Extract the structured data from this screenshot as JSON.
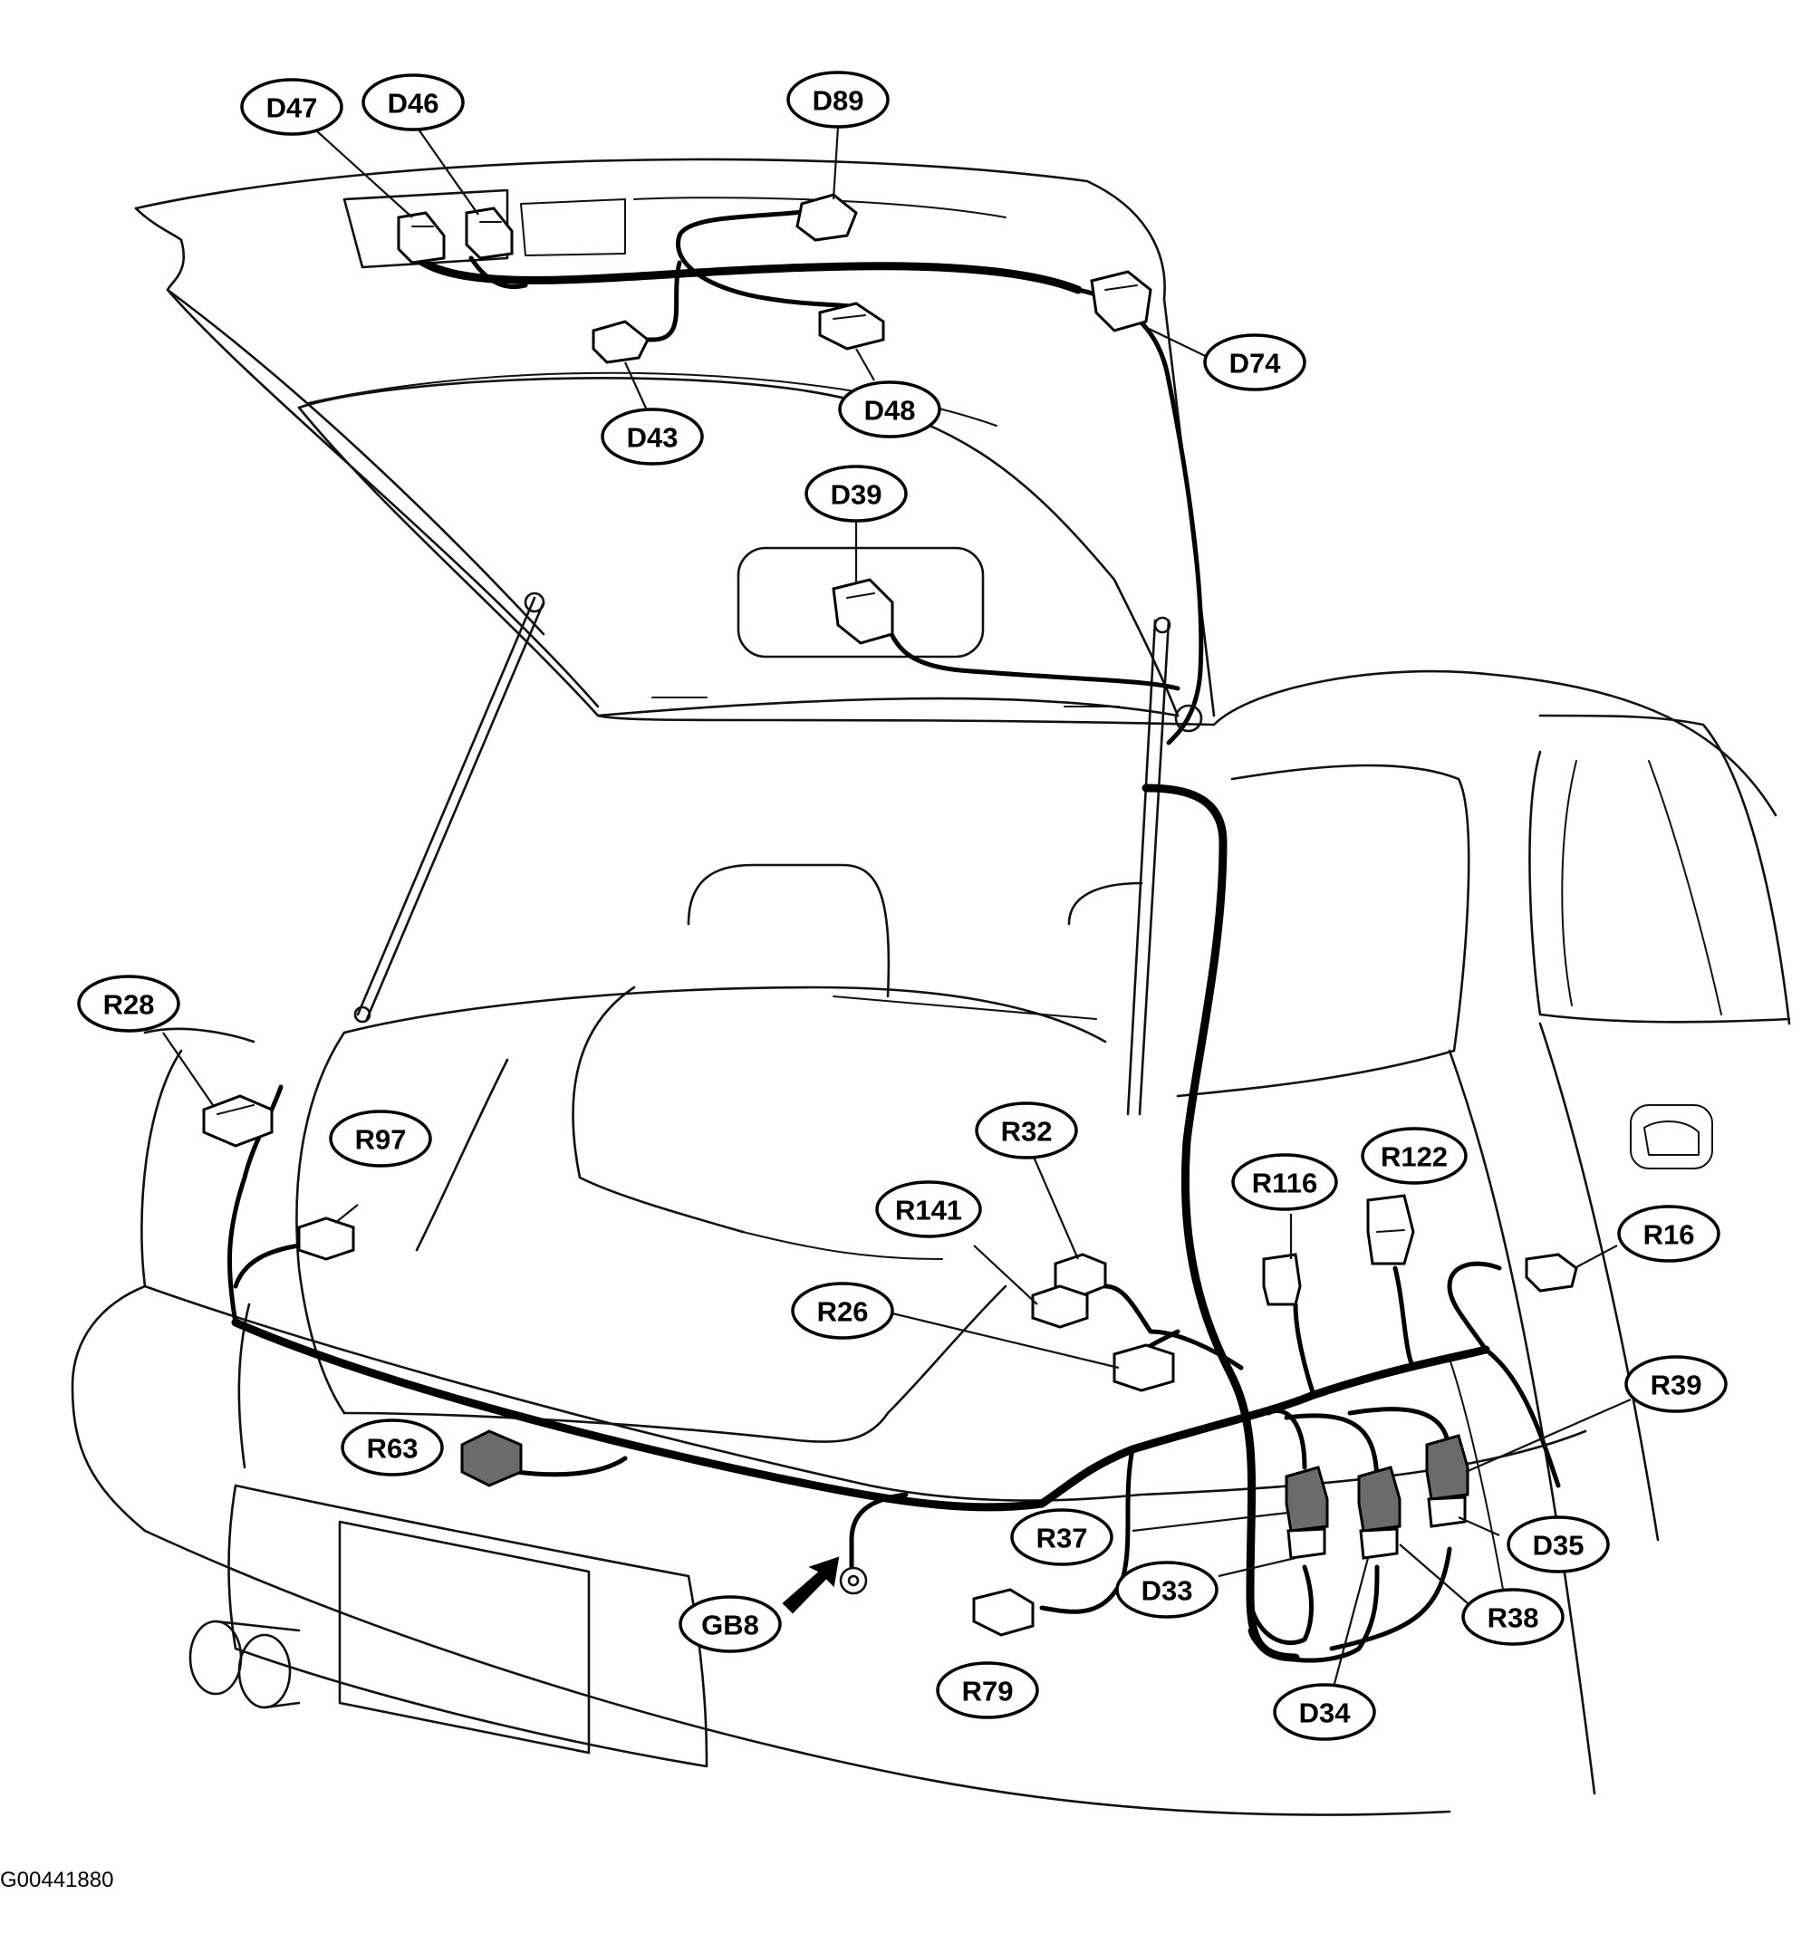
{
  "diagram": {
    "callouts": {
      "D47": "D47",
      "D46": "D46",
      "D89": "D89",
      "D74": "D74",
      "D43": "D43",
      "D48": "D48",
      "D39": "D39",
      "R28": "R28",
      "R97": "R97",
      "R32": "R32",
      "R116": "R116",
      "R122": "R122",
      "R141": "R141",
      "R16": "R16",
      "R26": "R26",
      "R39": "R39",
      "R63": "R63",
      "R37": "R37",
      "D35": "D35",
      "D33": "D33",
      "GB8": "GB8",
      "R38": "R38",
      "R79": "R79",
      "D34": "D34"
    },
    "figure_code": "G00441880"
  }
}
